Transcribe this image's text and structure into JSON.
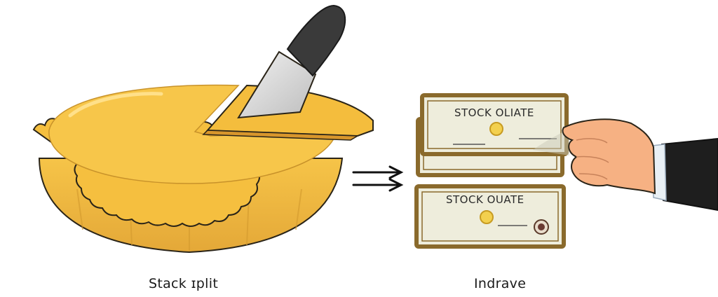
{
  "left_caption": "Stack ɪplit",
  "right_caption": "Indrave",
  "certificates": [
    {
      "title": "STOCK OLIATE"
    },
    {
      "title": "STOCK OUATE"
    }
  ],
  "colors": {
    "pie_crust": "#f4bd3d",
    "pie_shadow": "#d9962a",
    "knife_blade": "#d7d7d7",
    "knife_handle": "#3a3a3a",
    "certificate_border": "#8a6a2c",
    "certificate_fill": "#eeeddc",
    "skin": "#f6b183",
    "sleeve": "#1e1e1e"
  },
  "icons": [
    "pie-icon",
    "knife-icon",
    "double-arrow-icon",
    "certificate-icon",
    "hand-icon",
    "seal-icon"
  ]
}
